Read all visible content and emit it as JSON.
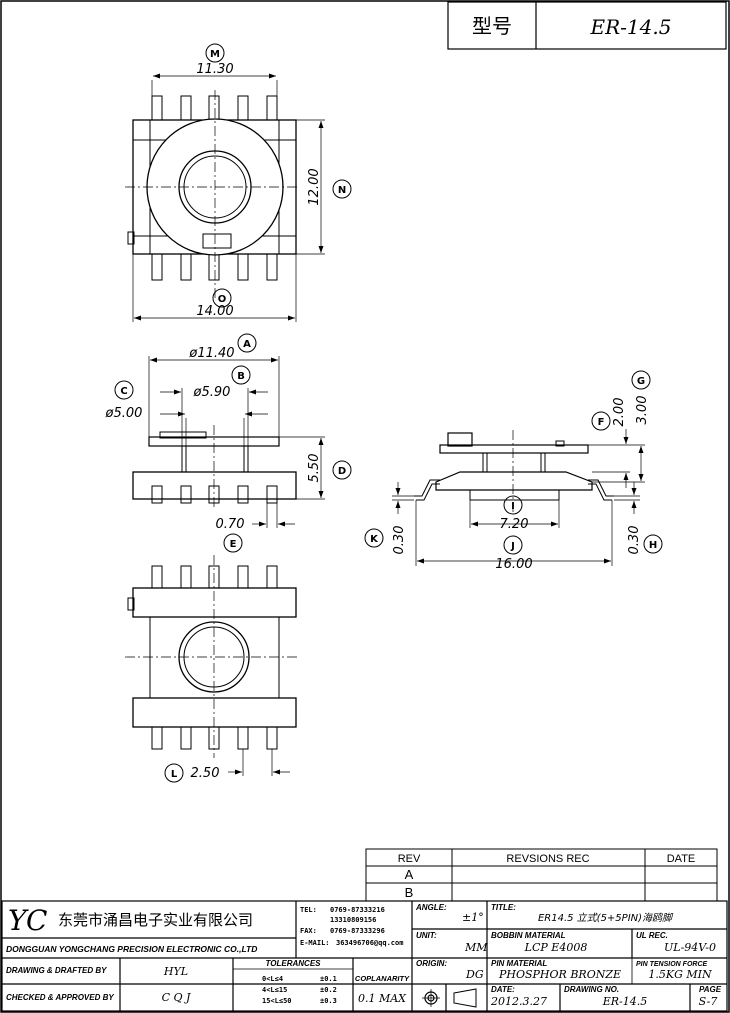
{
  "header": {
    "model_label": "型号",
    "model_value": "ER-14.5"
  },
  "top_view": {
    "dim_width_top": "11.30",
    "dim_height": "12.00",
    "dim_width_bottom": "14.00",
    "tag_top": "M",
    "tag_side": "N",
    "tag_bottom": "O"
  },
  "side_view": {
    "dim_flange": "ø11.40",
    "dim_core_outer": "ø5.90",
    "dim_core_inner": "ø5.00",
    "dim_height": "5.50",
    "dim_pin": "0.70",
    "tag_a": "A",
    "tag_b": "B",
    "tag_c": "C",
    "tag_d": "D"
  },
  "bottom_view": {
    "dim_pitch": "2.50",
    "tag_e": "E",
    "tag_l": "L"
  },
  "right_view": {
    "dim_2": "2.00",
    "dim_3": "3.00",
    "dim_base": "7.20",
    "dim_total": "16.00",
    "dim_k": "0.30",
    "dim_h": "0.30",
    "tag_f": "F",
    "tag_g": "G",
    "tag_i": "I",
    "tag_j": "J",
    "tag_k": "K",
    "tag_h": "H"
  },
  "revisions": {
    "col_rev": "REV",
    "col_rec": "REVSIONS REC",
    "col_date": "DATE",
    "rows": [
      "A",
      "B"
    ]
  },
  "title_block": {
    "logo": "YC",
    "company_cn": "东莞市涌昌电子实业有限公司",
    "company_en": "DONGGUAN YONGCHANG PRECISION ELECTRONIC CO.,LTD",
    "tel_label": "TEL:",
    "tel_value": "0769-87333216",
    "mobile_value": "13310809156",
    "fax_label": "FAX:",
    "fax_value": "0769-87333296",
    "email_label": "E-MAIL:",
    "email_value": "363496706@qq.com",
    "angle_label": "ANGLE:",
    "angle_value": "±1°",
    "title_label": "TITLE:",
    "title_value": "ER14.5 立式(5+5PIN)海鸥脚",
    "unit_label": "UNIT:",
    "unit_value": "MM",
    "bobbin_label": "BOBBIN MATERIAL",
    "bobbin_value": "LCP E4008",
    "ul_label": "UL REC.",
    "ul_value": "UL-94V-0",
    "origin_label": "ORIGIN:",
    "origin_value": "DG",
    "pin_material_label": "PIN MATERIAL",
    "pin_material_value": "PHOSPHOR BRONZE",
    "pin_tension_label": "PIN TENSION FORCE",
    "pin_tension_value": "1.5KG MIN",
    "drawn_label": "DRAWING & DRAFTED BY",
    "drawn_value": "HYL",
    "checked_label": "CHECKED & APPROVED BY",
    "checked_value": "C Q J",
    "tolerances_label": "TOLERANCES",
    "tol_rows": [
      {
        "range": "0<L≤4",
        "value": "±0.1"
      },
      {
        "range": "4<L≤15",
        "value": "±0.2"
      },
      {
        "range": "15<L≤50",
        "value": "±0.3"
      }
    ],
    "coplanarity_label": "COPLANARITY",
    "coplanarity_value": "0.1 MAX",
    "date_label": "DATE:",
    "date_value": "2012.3.27",
    "drawing_no_label": "DRAWING NO.",
    "drawing_no_value": "ER-14.5",
    "page_label": "PAGE",
    "page_value": "S-7"
  }
}
